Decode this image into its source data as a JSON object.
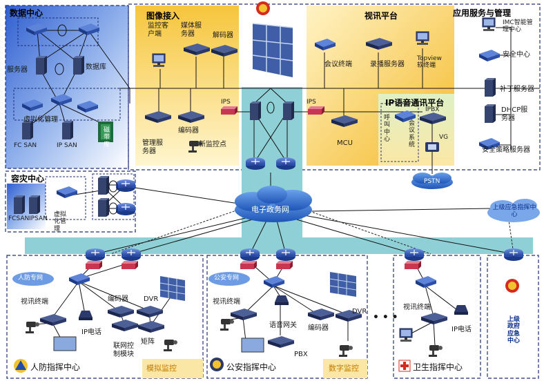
{
  "colors": {
    "panel_blue": "#3c6ad6",
    "panel_yellow": "#f5c542",
    "backbone_teal": "#8fcfd6",
    "cloud": "#3a7bd5",
    "device_dark": "#2a3a6b",
    "router_blue": "#2f56b5",
    "dashed": "#1f2f7a"
  },
  "sections": {
    "data_center": "数据中心",
    "image_access": "图像接入",
    "video_platform": "视讯平台",
    "app_services": "应用服务与管理",
    "ip_voice": "IP语音通讯平台",
    "backup_center": "容灾中心",
    "egov_net": "电子政务网",
    "superior": "上级应急指挥中心",
    "civil_air": "人防指挥中心",
    "public_security": "公安指挥中心",
    "health": "卫生指挥中心",
    "gov_center": "上级政府应急中心"
  },
  "data_center": {
    "server": "服务器",
    "database": "数据库",
    "virtualization": "虚拟化管理",
    "fc_san": "FC SAN",
    "ip_san": "IP SAN",
    "tape": "磁带库"
  },
  "image_access": {
    "monitor_client": "监控客户端",
    "media_server": "媒体服务器",
    "decoder": "解码器",
    "mgmt_server": "管理服务器",
    "encoder": "编码器",
    "new_monitor": "新监控点"
  },
  "video_platform": {
    "conf_terminal": "会议终端",
    "record_server": "录播服务器",
    "topview": "Topview软终端",
    "mcu": "MCU"
  },
  "app_services": {
    "imc": "IMC智能管理中心",
    "security": "安全中心",
    "patch": "补丁服务器",
    "dhcp": "DHCP服务器",
    "policy": "安全策略服务器"
  },
  "ip_voice": {
    "call_center": "呼叫中心",
    "conf_system": "会议系统",
    "ipbx": "IPBX",
    "vg": "VG",
    "pstn": "PSTN"
  },
  "links": {
    "ips_left": "IPS",
    "ips_right": "IPS"
  },
  "backup_center": {
    "fc_san": "FCSAN",
    "ip_san": "IPSAN",
    "virtualization": "虚拟化管理"
  },
  "civil_air": {
    "private_net": "人防专网",
    "video_terminal": "视讯终端",
    "encoder": "编码器",
    "dvr": "DVR",
    "ip_phone": "IP电话",
    "matrix": "矩阵",
    "linkage": "联网控制模块",
    "analog": "模拟监控"
  },
  "public_security": {
    "private_net": "公安专网",
    "video_terminal": "视讯终端",
    "voice_gw": "语音网关",
    "encoder": "编码器",
    "dvr": "DVR",
    "pbx": "PBX",
    "digital": "数字监控",
    "ellipsis": "• • •"
  },
  "health": {
    "video_terminal": "视讯终端",
    "ip_phone": "IP电话"
  }
}
